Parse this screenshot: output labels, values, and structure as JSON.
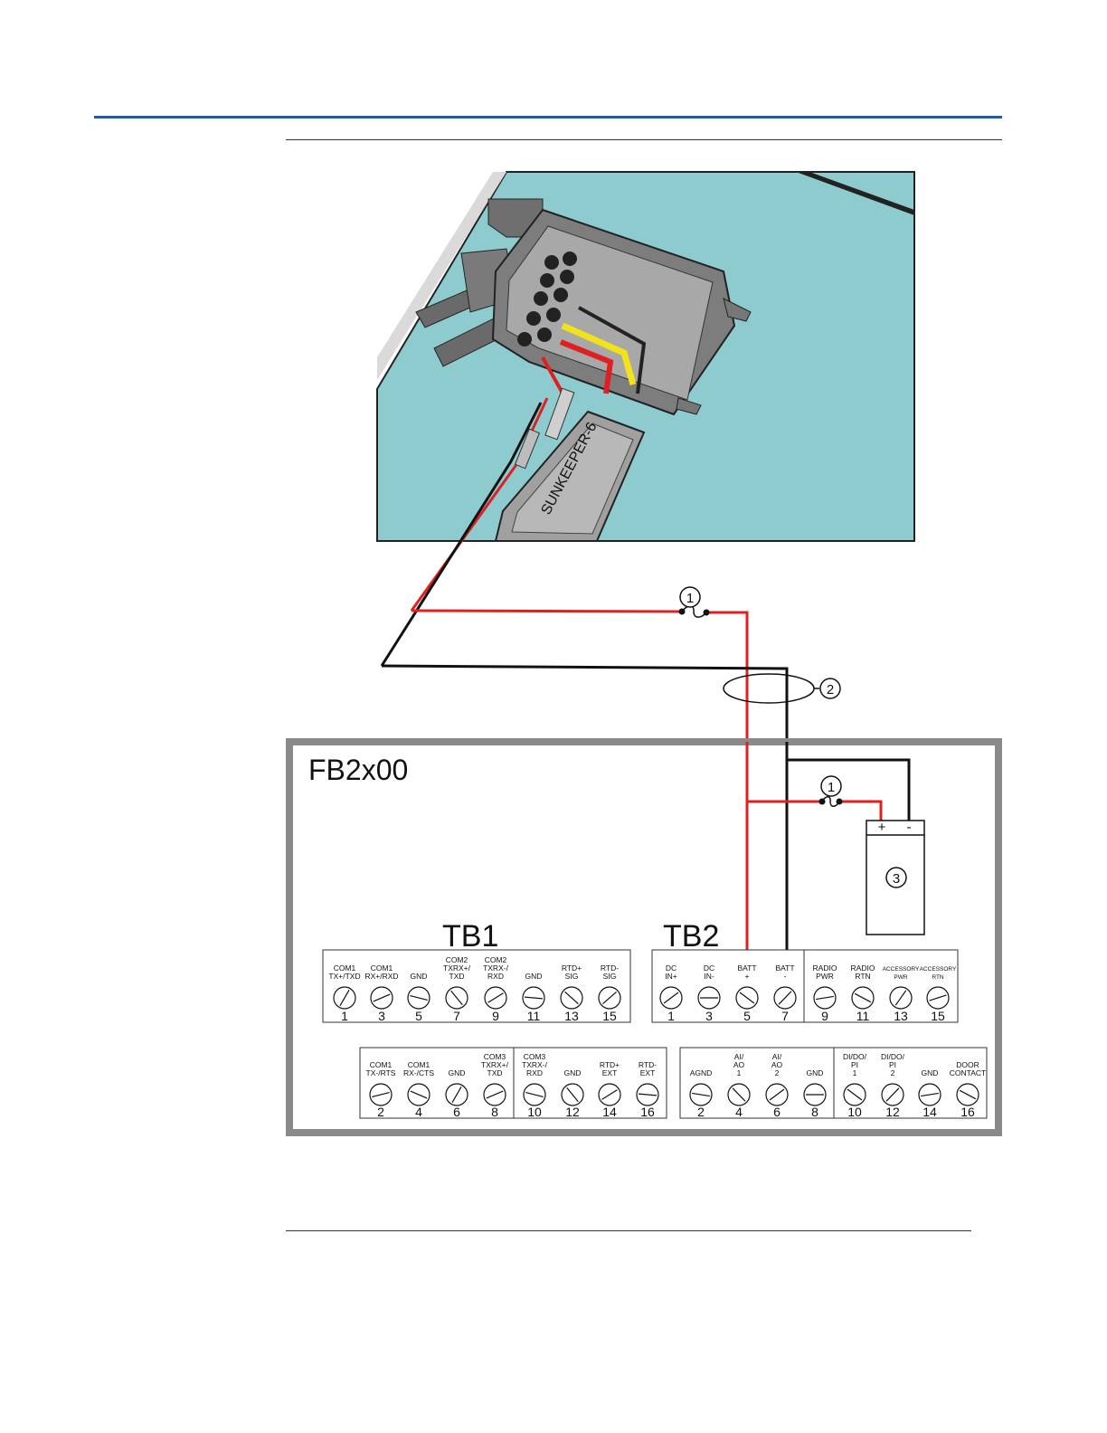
{
  "controller": {
    "name": "FB2x00"
  },
  "panel": {
    "logo_text": "SUNKEEPER-6"
  },
  "callouts": {
    "fuse_top": "1",
    "cable": "2",
    "fuse_bottom": "1",
    "battery": "3"
  },
  "battery": {
    "plus": "+",
    "minus": "-"
  },
  "colors": {
    "accent_rule": "#1f5fa8",
    "positive_wire": "#e02020",
    "negative_wire": "#111111",
    "panel_surface": "#8ecbce",
    "enclosure": "#8a8a8a"
  },
  "tb1": {
    "title": "TB1",
    "upper": [
      {
        "label": [
          "COM1",
          "TX+/TXD"
        ],
        "num": "1"
      },
      {
        "label": [
          "COM1",
          "RX+/RXD"
        ],
        "num": "3"
      },
      {
        "label": [
          "GND"
        ],
        "num": "5"
      },
      {
        "label": [
          "COM2",
          "TXRX+/",
          "TXD"
        ],
        "num": "7"
      },
      {
        "label": [
          "COM2",
          "TXRX-/",
          "RXD"
        ],
        "num": "9"
      },
      {
        "label": [
          "GND"
        ],
        "num": "11"
      },
      {
        "label": [
          "RTD+",
          "SIG"
        ],
        "num": "13"
      },
      {
        "label": [
          "RTD-",
          "SIG"
        ],
        "num": "15"
      }
    ],
    "lower": [
      {
        "label": [
          "COM1",
          "TX-/RTS"
        ],
        "num": "2"
      },
      {
        "label": [
          "COM1",
          "RX-/CTS"
        ],
        "num": "4"
      },
      {
        "label": [
          "GND"
        ],
        "num": "6"
      },
      {
        "label": [
          "COM3",
          "TXRX+/",
          "TXD"
        ],
        "num": "8"
      },
      {
        "label": [
          "COM3",
          "TXRX-/",
          "RXD"
        ],
        "num": "10"
      },
      {
        "label": [
          "GND"
        ],
        "num": "12"
      },
      {
        "label": [
          "RTD+",
          "EXT"
        ],
        "num": "14"
      },
      {
        "label": [
          "RTD-",
          "EXT"
        ],
        "num": "16"
      }
    ]
  },
  "tb2": {
    "title": "TB2",
    "upper": [
      {
        "label": [
          "DC",
          "IN+"
        ],
        "num": "1"
      },
      {
        "label": [
          "DC",
          "IN-"
        ],
        "num": "3"
      },
      {
        "label": [
          "BATT",
          "+"
        ],
        "num": "5"
      },
      {
        "label": [
          "BATT",
          "-"
        ],
        "num": "7"
      },
      {
        "label": [
          "RADIO",
          "PWR"
        ],
        "num": "9"
      },
      {
        "label": [
          "RADIO",
          "RTN"
        ],
        "num": "11"
      },
      {
        "label": [
          "ACCESSORY",
          "PWR"
        ],
        "num": "13"
      },
      {
        "label": [
          "ACCESSORY",
          "RTN"
        ],
        "num": "15"
      }
    ],
    "lower": [
      {
        "label": [
          "AGND"
        ],
        "num": "2"
      },
      {
        "label": [
          "AI/",
          "AO",
          "1"
        ],
        "num": "4"
      },
      {
        "label": [
          "AI/",
          "AO",
          "2"
        ],
        "num": "6"
      },
      {
        "label": [
          "GND"
        ],
        "num": "8"
      },
      {
        "label": [
          "DI/DO/",
          "PI",
          "1"
        ],
        "num": "10"
      },
      {
        "label": [
          "DI/DO/",
          "PI",
          "2"
        ],
        "num": "12"
      },
      {
        "label": [
          "GND"
        ],
        "num": "14"
      },
      {
        "label": [
          "DOOR",
          "CONTACT"
        ],
        "num": "16"
      }
    ]
  }
}
